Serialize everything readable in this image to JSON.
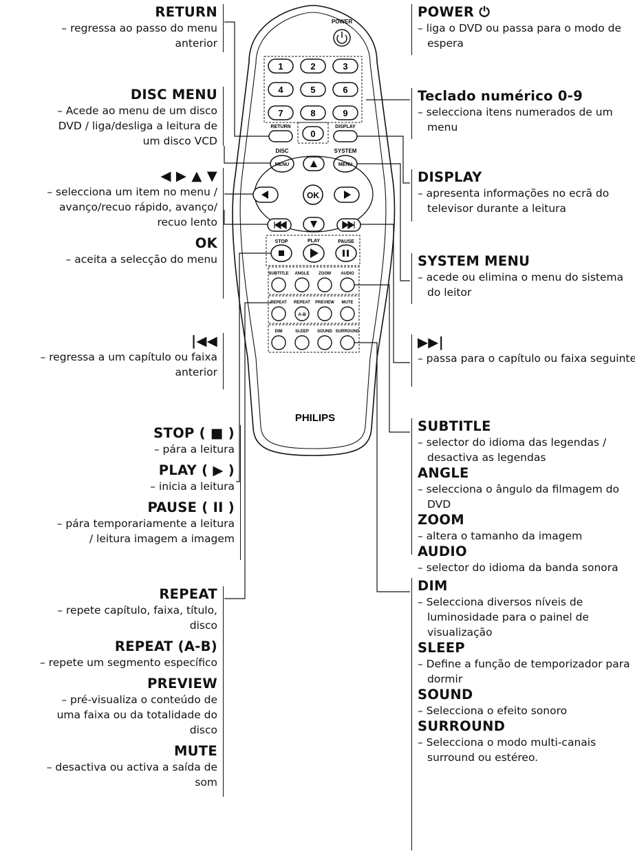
{
  "brand": "PHILIPS",
  "remote": {
    "power_label": "POWER",
    "digits": [
      "1",
      "2",
      "3",
      "4",
      "5",
      "6",
      "7",
      "8",
      "9",
      "0"
    ],
    "return_label": "RETURN",
    "display_label": "DISPLAY",
    "disc_label": "DISC",
    "system_label": "SYSTEM",
    "menu_label": "MENU",
    "ok_label": "OK",
    "stop_label": "STOP",
    "play_label": "PLAY",
    "pause_label": "PAUSE",
    "row1": [
      "SUBTITLE",
      "ANGLE",
      "ZOOM",
      "AUDIO"
    ],
    "row2": [
      "REPEAT",
      "REPEAT",
      "PREVIEW",
      "MUTE"
    ],
    "ab_label": "A-B",
    "row3": [
      "DIM",
      "SLEEP",
      "SOUND",
      "SURROUND"
    ]
  },
  "left": {
    "return": {
      "title": "RETURN",
      "desc": [
        "– regressa ao passo do menu",
        "anterior"
      ]
    },
    "disc_menu": {
      "title": "DISC MENU",
      "desc": [
        "– Acede ao menu de um disco",
        "DVD / liga/desliga a leitura de",
        "um disco VCD"
      ]
    },
    "arrows": {
      "title": "◀ ▶ ▲ ▼",
      "desc": [
        "– selecciona um item no menu /",
        "avanço/recuo rápido, avanço/",
        "recuo lento"
      ]
    },
    "ok": {
      "title": "OK",
      "desc": [
        "– aceita a selecção do menu"
      ]
    },
    "prev": {
      "title": "|◀◀",
      "desc": [
        "– regressa a um capítulo ou faixa",
        "anterior"
      ]
    },
    "stop": {
      "title": "STOP ( ■ )",
      "desc": [
        "– pára a leitura"
      ]
    },
    "play": {
      "title": "PLAY ( ▶ )",
      "desc": [
        "– inicia a leitura"
      ]
    },
    "pause": {
      "title": "PAUSE ( II )",
      "desc": [
        "– pára temporariamente a leitura",
        "/ leitura imagem a imagem"
      ]
    },
    "repeat": {
      "title": "REPEAT",
      "desc": [
        "– repete capítulo, faixa, título,",
        "disco"
      ]
    },
    "repeat_ab": {
      "title": "REPEAT (A-B)",
      "desc": [
        "– repete um segmento específico"
      ]
    },
    "preview": {
      "title": "PREVIEW",
      "desc": [
        "– pré-visualiza o conteúdo de",
        "uma faixa ou da totalidade do",
        "disco"
      ]
    },
    "mute": {
      "title": "MUTE",
      "desc": [
        "– desactiva ou activa a saída de",
        "som"
      ]
    }
  },
  "right": {
    "power": {
      "title": "POWER",
      "desc": [
        "– liga o DVD ou passa para o modo de espera"
      ]
    },
    "numeric": {
      "title": "Teclado numérico 0-9",
      "desc": [
        "– selecciona itens numerados de um menu"
      ]
    },
    "display": {
      "title": "DISPLAY",
      "desc": [
        "– apresenta informações no ecrã do televisor durante a leitura"
      ]
    },
    "system_menu": {
      "title": "SYSTEM MENU",
      "desc": [
        "– acede ou elimina o menu do sistema do leitor"
      ]
    },
    "next": {
      "title": "▶▶|",
      "desc": [
        "– passa para o capítulo ou faixa seguinte"
      ]
    },
    "subtitle": {
      "title": "SUBTITLE",
      "desc": [
        "– selector do idioma das legendas / desactiva as legendas"
      ]
    },
    "angle": {
      "title": "ANGLE",
      "desc": [
        "– selecciona o ângulo da filmagem do DVD"
      ]
    },
    "zoom": {
      "title": "ZOOM",
      "desc": [
        "– altera o tamanho da imagem"
      ]
    },
    "audio": {
      "title": "AUDIO",
      "desc": [
        "– selector do idioma da banda sonora"
      ]
    },
    "dim": {
      "title": "DIM",
      "desc": [
        "– Selecciona diversos níveis de luminosidade para o painel de visualização"
      ]
    },
    "sleep": {
      "title": "SLEEP",
      "desc": [
        "– Define a função de temporizador para dormir"
      ]
    },
    "sound": {
      "title": "SOUND",
      "desc": [
        "– Selecciona o efeito sonoro"
      ]
    },
    "surround": {
      "title": "SURROUND",
      "desc": [
        "– Selecciona o modo multi-canais surround ou estéreo."
      ]
    }
  }
}
